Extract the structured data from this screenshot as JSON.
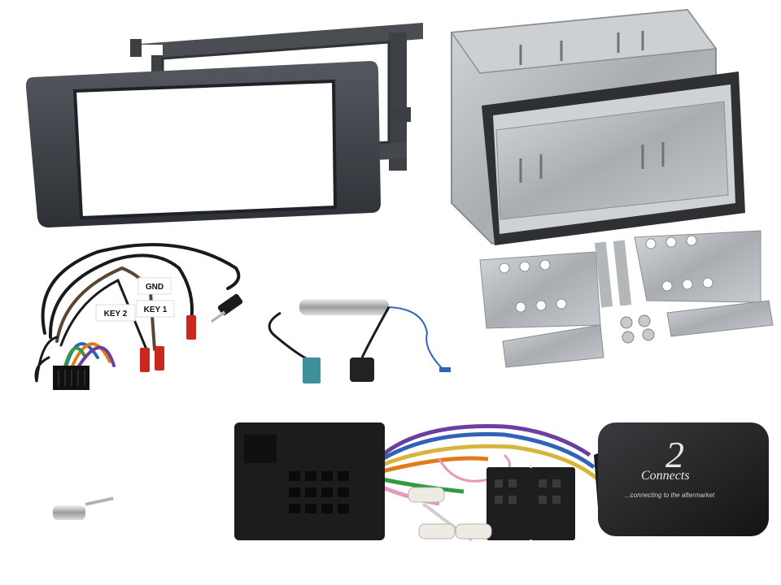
{
  "labels": {
    "gnd": "GND",
    "key2": "KEY 2",
    "key1": "KEY 1"
  },
  "brand": {
    "numeral": "2",
    "name": "Connects",
    "tagline": "...connecting to the aftermarket"
  },
  "colors": {
    "fascia": "#3a3d42",
    "cage_metal": "#b9bcbf",
    "plug_black": "#1c1c1e",
    "connector_red": "#c8281e",
    "fakra_teal": "#3f8f9a",
    "wire_blue": "#2f63b8",
    "wire_orange": "#e07a1a",
    "wire_green": "#2f9a3f",
    "wire_purple": "#6a3fa0",
    "wire_pink": "#e79ab8"
  }
}
